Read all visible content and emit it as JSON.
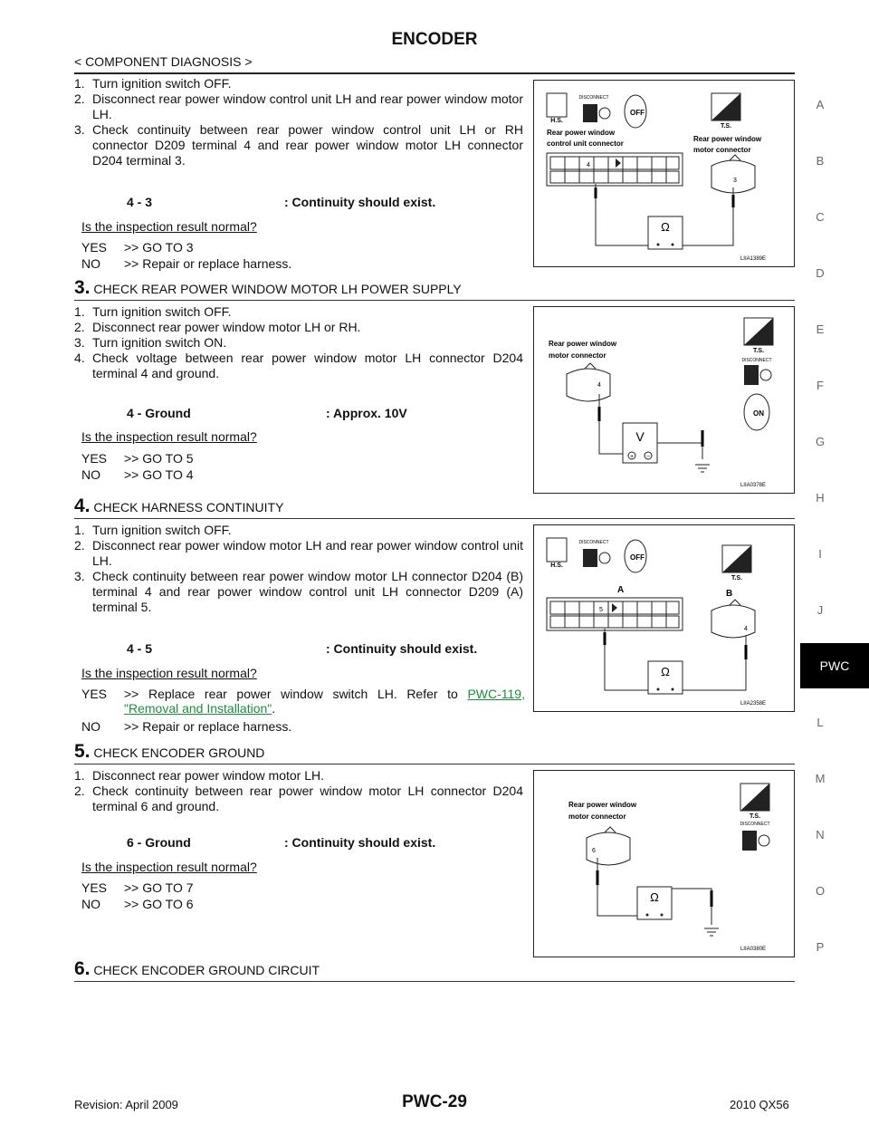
{
  "header": {
    "title": "ENCODER",
    "subtitle": "< COMPONENT DIAGNOSIS >"
  },
  "block1": {
    "steps": [
      {
        "num": "1.",
        "text": "Turn ignition switch OFF."
      },
      {
        "num": "2.",
        "text": "Disconnect rear power window control unit LH and rear power window motor LH."
      },
      {
        "num": "3.",
        "text": "Check continuity between rear power window control unit LH or RH connector D209 terminal 4 and rear power window motor LH connector D204 terminal 3."
      }
    ],
    "measure_left": "4 - 3",
    "measure_right": ": Continuity should exist.",
    "question": "Is the inspection result normal?",
    "yes_key": "YES",
    "yes_text": ">> GO TO 3",
    "no_key": "NO",
    "no_text": ">> Repair or replace harness.",
    "figure": {
      "hs": "H.S.",
      "ts": "T.S.",
      "disconnect": "DISCONNECT",
      "off": "OFF",
      "label_left1": "Rear power window",
      "label_left2": "control unit connector",
      "label_right1": "Rear power window",
      "label_right2": "motor connector",
      "pin_left": "4",
      "pin_right": "3",
      "meter": "Ω",
      "code": "LIIA1389E"
    }
  },
  "section3": {
    "num": "3.",
    "title": "CHECK REAR POWER WINDOW MOTOR LH POWER SUPPLY"
  },
  "block3": {
    "steps": [
      {
        "num": "1.",
        "text": "Turn ignition switch OFF."
      },
      {
        "num": "2.",
        "text": "Disconnect rear power window motor LH or RH."
      },
      {
        "num": "3.",
        "text": "Turn ignition switch ON."
      },
      {
        "num": "4.",
        "text": "Check voltage between rear power window motor LH connector D204 terminal 4 and ground."
      }
    ],
    "measure_left": "4 - Ground",
    "measure_right": ": Approx. 10V",
    "question": "Is the inspection result normal?",
    "yes_key": "YES",
    "yes_text": ">> GO TO 5",
    "no_key": "NO",
    "no_text": ">> GO TO 4",
    "figure": {
      "ts": "T.S.",
      "disconnect": "DISCONNECT",
      "on": "ON",
      "label1": "Rear power window",
      "label2": "motor connector",
      "pin": "4",
      "meter": "V",
      "plus": "+",
      "minus": "−",
      "code": "LIIA0378E"
    }
  },
  "section4": {
    "num": "4.",
    "title": "CHECK HARNESS CONTINUITY"
  },
  "block4": {
    "steps": [
      {
        "num": "1.",
        "text": "Turn ignition switch OFF."
      },
      {
        "num": "2.",
        "text": "Disconnect rear power window motor LH and rear power window control unit LH."
      },
      {
        "num": "3.",
        "text": "Check continuity between rear power window motor LH connector D204 (B) terminal 4 and rear power window control unit LH connector D209 (A) terminal 5."
      }
    ],
    "measure_left": "4 - 5",
    "measure_right": ": Continuity should exist.",
    "question": "Is the inspection result normal?",
    "yes_key": "YES",
    "yes_text": ">> Replace rear power window switch LH. Refer to ",
    "yes_link": "PWC-119, \"Removal and Installation\"",
    "yes_end": ".",
    "no_key": "NO",
    "no_text": ">> Repair or replace harness.",
    "figure": {
      "hs": "H.S.",
      "ts": "T.S.",
      "disconnect": "DISCONNECT",
      "off": "OFF",
      "label_a": "A",
      "label_b": "B",
      "pin_a": "5",
      "pin_b": "4",
      "meter": "Ω",
      "code": "LIIA2358E"
    }
  },
  "section5": {
    "num": "5.",
    "title": "CHECK ENCODER GROUND"
  },
  "block5": {
    "steps": [
      {
        "num": "1.",
        "text": "Disconnect rear power window motor LH."
      },
      {
        "num": "2.",
        "text": "Check continuity between rear power window motor LH connector D204 terminal 6 and ground."
      }
    ],
    "measure_left": "6 - Ground",
    "measure_right": ": Continuity should exist.",
    "question": "Is the inspection result normal?",
    "yes_key": "YES",
    "yes_text": ">> GO TO 7",
    "no_key": "NO",
    "no_text": ">> GO TO 6",
    "figure": {
      "ts": "T.S.",
      "disconnect": "DISCONNECT",
      "label1": "Rear power window",
      "label2": "motor connector",
      "pin": "6",
      "meter": "Ω",
      "code": "LIIA0380E"
    }
  },
  "section6": {
    "num": "6.",
    "title": "CHECK ENCODER GROUND CIRCUIT"
  },
  "sidebar": {
    "letters": [
      "A",
      "B",
      "C",
      "D",
      "E",
      "F",
      "G",
      "H",
      "I",
      "J",
      "L",
      "M",
      "N",
      "O",
      "P"
    ],
    "active_tab": "PWC"
  },
  "footer": {
    "revision": "Revision: April 2009",
    "page": "PWC-29",
    "model": "2010 QX56"
  }
}
